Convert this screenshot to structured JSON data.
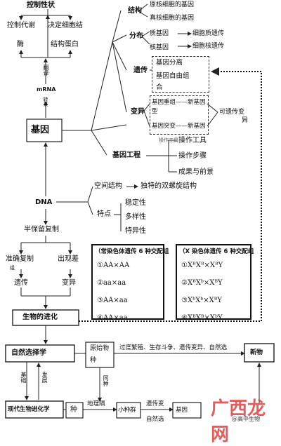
{
  "top": {
    "title": "控制性状",
    "metabolism": "控制代谢",
    "enzyme": "酶",
    "decide": "决定细胞结",
    "structure_protein": "结构蛋白"
  },
  "center": {
    "mrna": "mRNA",
    "translation": "翻译",
    "transcription": "转录",
    "gene": "基因",
    "dna": "DNA",
    "semi_conservative": "半保留复制"
  },
  "structure": {
    "label": "结构",
    "prokaryote": "原核细胞的基因",
    "eukaryote": "真核细胞的基因"
  },
  "distribution": {
    "label": "分布",
    "cytoplasm_gene": "质基因",
    "nuclear_gene": "核基因",
    "cytoplasm_inherit": "细胞质遗传",
    "nuclear_inherit": "细胞核遗传"
  },
  "heredity": {
    "label": "遗传",
    "segregation": "基因分离",
    "free_combination": "基因自由组",
    "free_combination_2": "合"
  },
  "variation": {
    "label": "变异",
    "recombination": "基因重组——新基因",
    "recombination_2": "型",
    "mutation": "基因突变——新基因",
    "heritable": "可遗传变",
    "heritable_2": "异"
  },
  "engineering": {
    "label": "基因工程",
    "tool_hint": "操作工具",
    "tools": "操作工具",
    "steps": "操作步骤",
    "prospect": "成果与前景"
  },
  "dna_props": {
    "spatial": "空间结构",
    "double_helix": "独特的双螺旋结构",
    "features": "特点",
    "stable": "稳定性",
    "diverse": "多样性",
    "specific": "特异性"
  },
  "replication": {
    "accurate": "准确复制",
    "accurate_2": "组",
    "error": "出现差",
    "heredity": "遗传",
    "variation": "变异"
  },
  "evolution": {
    "label": "生物的进化",
    "natural_selection": "自然选择学",
    "basis": "基础",
    "develop": "发展",
    "modern": "现代生物进化学",
    "original_species": "原始物",
    "original_species_2": "种",
    "process": "过度繁殖、生存斗争、遗传变异、自然选",
    "new_species": "新物",
    "same_species": "同种",
    "species": "种",
    "geo_isolation": "地理隔",
    "small_pop": "小种群",
    "genetic_var": "遗传变",
    "natural_sel": "自然选",
    "gene_freq": "基因"
  },
  "table_autosome": {
    "title": "（常染色体遗传 6 种交配组",
    "rows": [
      "①AA×AA",
      "②aa×aa",
      "③AA×aa",
      "④AA×aa"
    ]
  },
  "table_x": {
    "title": "（X 染色体遗传 6 种交配组",
    "rows": [
      "①XᴮXᴮ×XᴮY",
      "②XᴮXᵇ×XᴮY",
      "③XᵇXᵇ×XᴮY",
      "④XᴮXᴮ×XᵇY"
    ]
  },
  "watermark": {
    "text": "广西龙网",
    "small": "@高中生物"
  }
}
